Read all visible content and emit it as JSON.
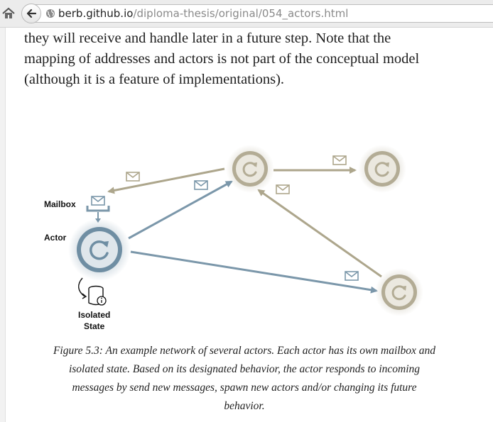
{
  "browser": {
    "url_host": "berb.github.io",
    "url_path": "/diploma-thesis/original/054_actors.html"
  },
  "content": {
    "paragraph_lines": [
      "they will receive and handle later in a future step. Note that the",
      "mapping of addresses and actors is not part of the conceptual model",
      "(although it is a feature of implementations)."
    ]
  },
  "figure": {
    "labels": {
      "mailbox": "Mailbox",
      "actor": "Actor",
      "isolated_state_line1": "Isolated",
      "isolated_state_line2": "State"
    },
    "colors": {
      "main_actor": "#6f8ea3",
      "other_actor": "#b3ac95",
      "arrow_blue": "#7b97aa",
      "arrow_tan": "#ada68c"
    },
    "caption_lines": [
      "Figure 5.3: An example network of several actors. Each actor has its own mailbox and",
      "isolated state. Based on its designated behavior, the actor responds to incoming",
      "messages by send new messages, spawn new actors and/or changing its future",
      "behavior."
    ]
  }
}
